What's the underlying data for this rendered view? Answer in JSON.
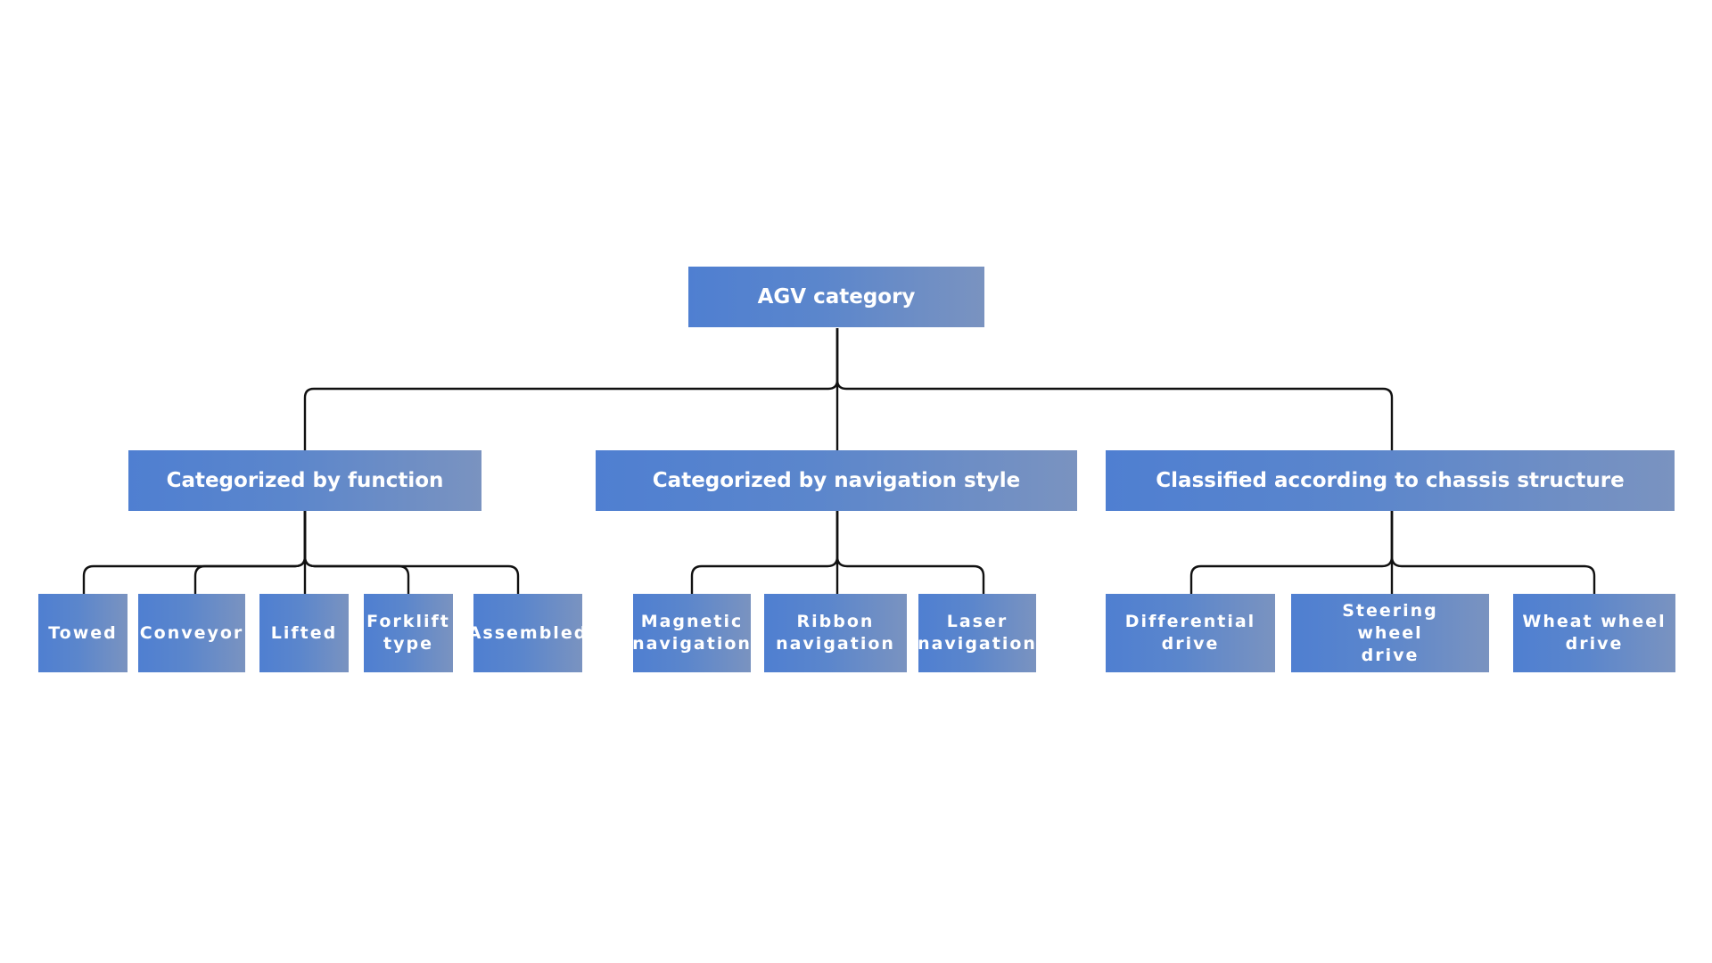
{
  "diagram": {
    "root": {
      "label": "AGV category"
    },
    "categories": [
      {
        "label": "Categorized by function",
        "children": [
          "Towed",
          "Conveyor",
          "Lifted",
          "Forklift type",
          "Assembled"
        ]
      },
      {
        "label": "Categorized by navigation style",
        "children": [
          "Magnetic navigation",
          "Ribbon navigation",
          "Laser navigation"
        ]
      },
      {
        "label": "Classified according to chassis structure",
        "children": [
          "Differential drive",
          "Steering wheel drive",
          "Wheat wheel drive"
        ]
      }
    ],
    "colors": {
      "box_start": "#4f7fd1",
      "box_end": "#7a93c0",
      "text": "#ffffff",
      "line": "#111111"
    }
  }
}
